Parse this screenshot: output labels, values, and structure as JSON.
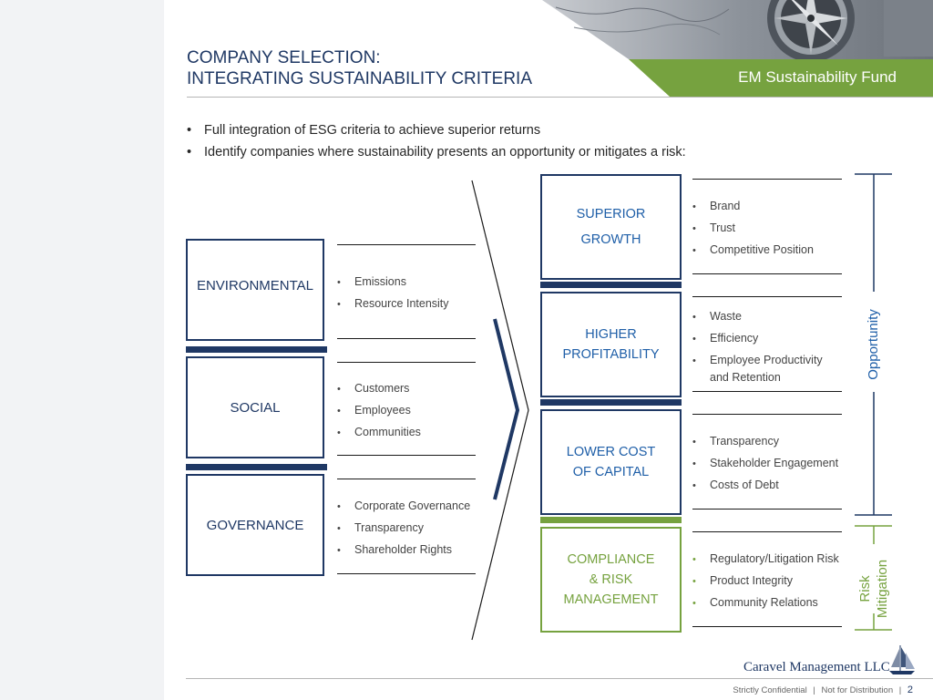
{
  "header": {
    "title_line1": "COMPANY SELECTION:",
    "title_line2": "INTEGRATING SUSTAINABILITY CRITERIA",
    "fund_name": "EM Sustainability Fund"
  },
  "intro_bullets": [
    "Full integration of ESG criteria to achieve superior returns",
    "Identify companies where sustainability presents an opportunity or mitigates a risk:"
  ],
  "esg_pillars": [
    {
      "label": "ENVIRONMENTAL",
      "items": [
        "Emissions",
        "Resource Intensity"
      ]
    },
    {
      "label": "SOCIAL",
      "items": [
        "Customers",
        "Employees",
        "Communities"
      ]
    },
    {
      "label": "GOVERNANCE",
      "items": [
        "Corporate Governance",
        "Transparency",
        "Shareholder Rights"
      ]
    }
  ],
  "outcomes": [
    {
      "line1": "SUPERIOR",
      "line2": "GROWTH",
      "items": [
        "Brand",
        "Trust",
        "Competitive Position"
      ]
    },
    {
      "line1": "HIGHER",
      "line2": "PROFITABILITY",
      "items": [
        "Waste",
        "Efficiency",
        "Employee Productivity",
        "and Retention"
      ]
    },
    {
      "line1": "LOWER COST",
      "line2": "OF CAPITAL",
      "items": [
        "Transparency",
        "Stakeholder Engagement",
        "Costs of Debt"
      ]
    },
    {
      "line1": "COMPLIANCE",
      "line2": "& RISK",
      "line3": "MANAGEMENT",
      "items": [
        "Regulatory/Litigation Risk",
        "Product Integrity",
        "Community Relations"
      ]
    }
  ],
  "brackets": {
    "opportunity": "Opportunity",
    "risk_line1": "Risk",
    "risk_line2": "Mitigation"
  },
  "footer": {
    "company": "Caravel Management LLC",
    "confidential": "Strictly Confidential",
    "distribution": "Not for Distribution",
    "page_number": "2"
  },
  "colors": {
    "navy": "#1f3864",
    "blue_text": "#1f5fa8",
    "green": "#76a23f"
  },
  "icons": [
    "compass-map-image",
    "caravel-ship-logo"
  ]
}
